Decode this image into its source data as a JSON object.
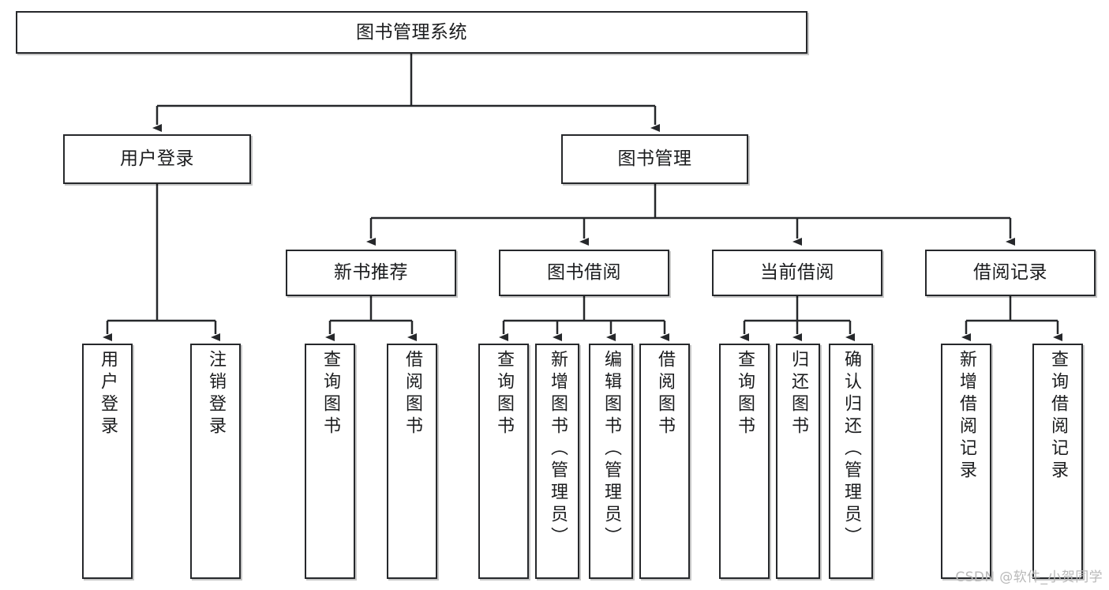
{
  "diagram": {
    "title": "图书管理系统",
    "type": "tree",
    "background_color": "#ffffff",
    "node_border_color": "#26282b",
    "node_fill_color": "#ffffff",
    "edge_color": "#26282b"
  },
  "nodes": {
    "root": {
      "label": "图书管理系统"
    },
    "level2": [
      {
        "label": "用户登录"
      },
      {
        "label": "图书管理"
      }
    ],
    "level3": [
      {
        "label": "新书推荐"
      },
      {
        "label": "图书借阅"
      },
      {
        "label": "当前借阅"
      },
      {
        "label": "借阅记录"
      }
    ],
    "leaves": {
      "user_login": [
        {
          "label": "用户登录"
        },
        {
          "label": "注销登录"
        }
      ],
      "new_book": [
        {
          "label": "查询图书"
        },
        {
          "label": "借阅图书"
        }
      ],
      "book_borrow": [
        {
          "label": "查询图书"
        },
        {
          "label": "新增图书（管理员）"
        },
        {
          "label": "编辑图书（管理员）"
        },
        {
          "label": "借阅图书"
        }
      ],
      "current_borrow": [
        {
          "label": "查询图书"
        },
        {
          "label": "归还图书"
        },
        {
          "label": "确认归还（管理员）"
        }
      ],
      "borrow_record": [
        {
          "label": "新增借阅记录"
        },
        {
          "label": "查询借阅记录"
        }
      ]
    }
  },
  "watermark": {
    "text": "CSDN @软件_小贺同学"
  }
}
